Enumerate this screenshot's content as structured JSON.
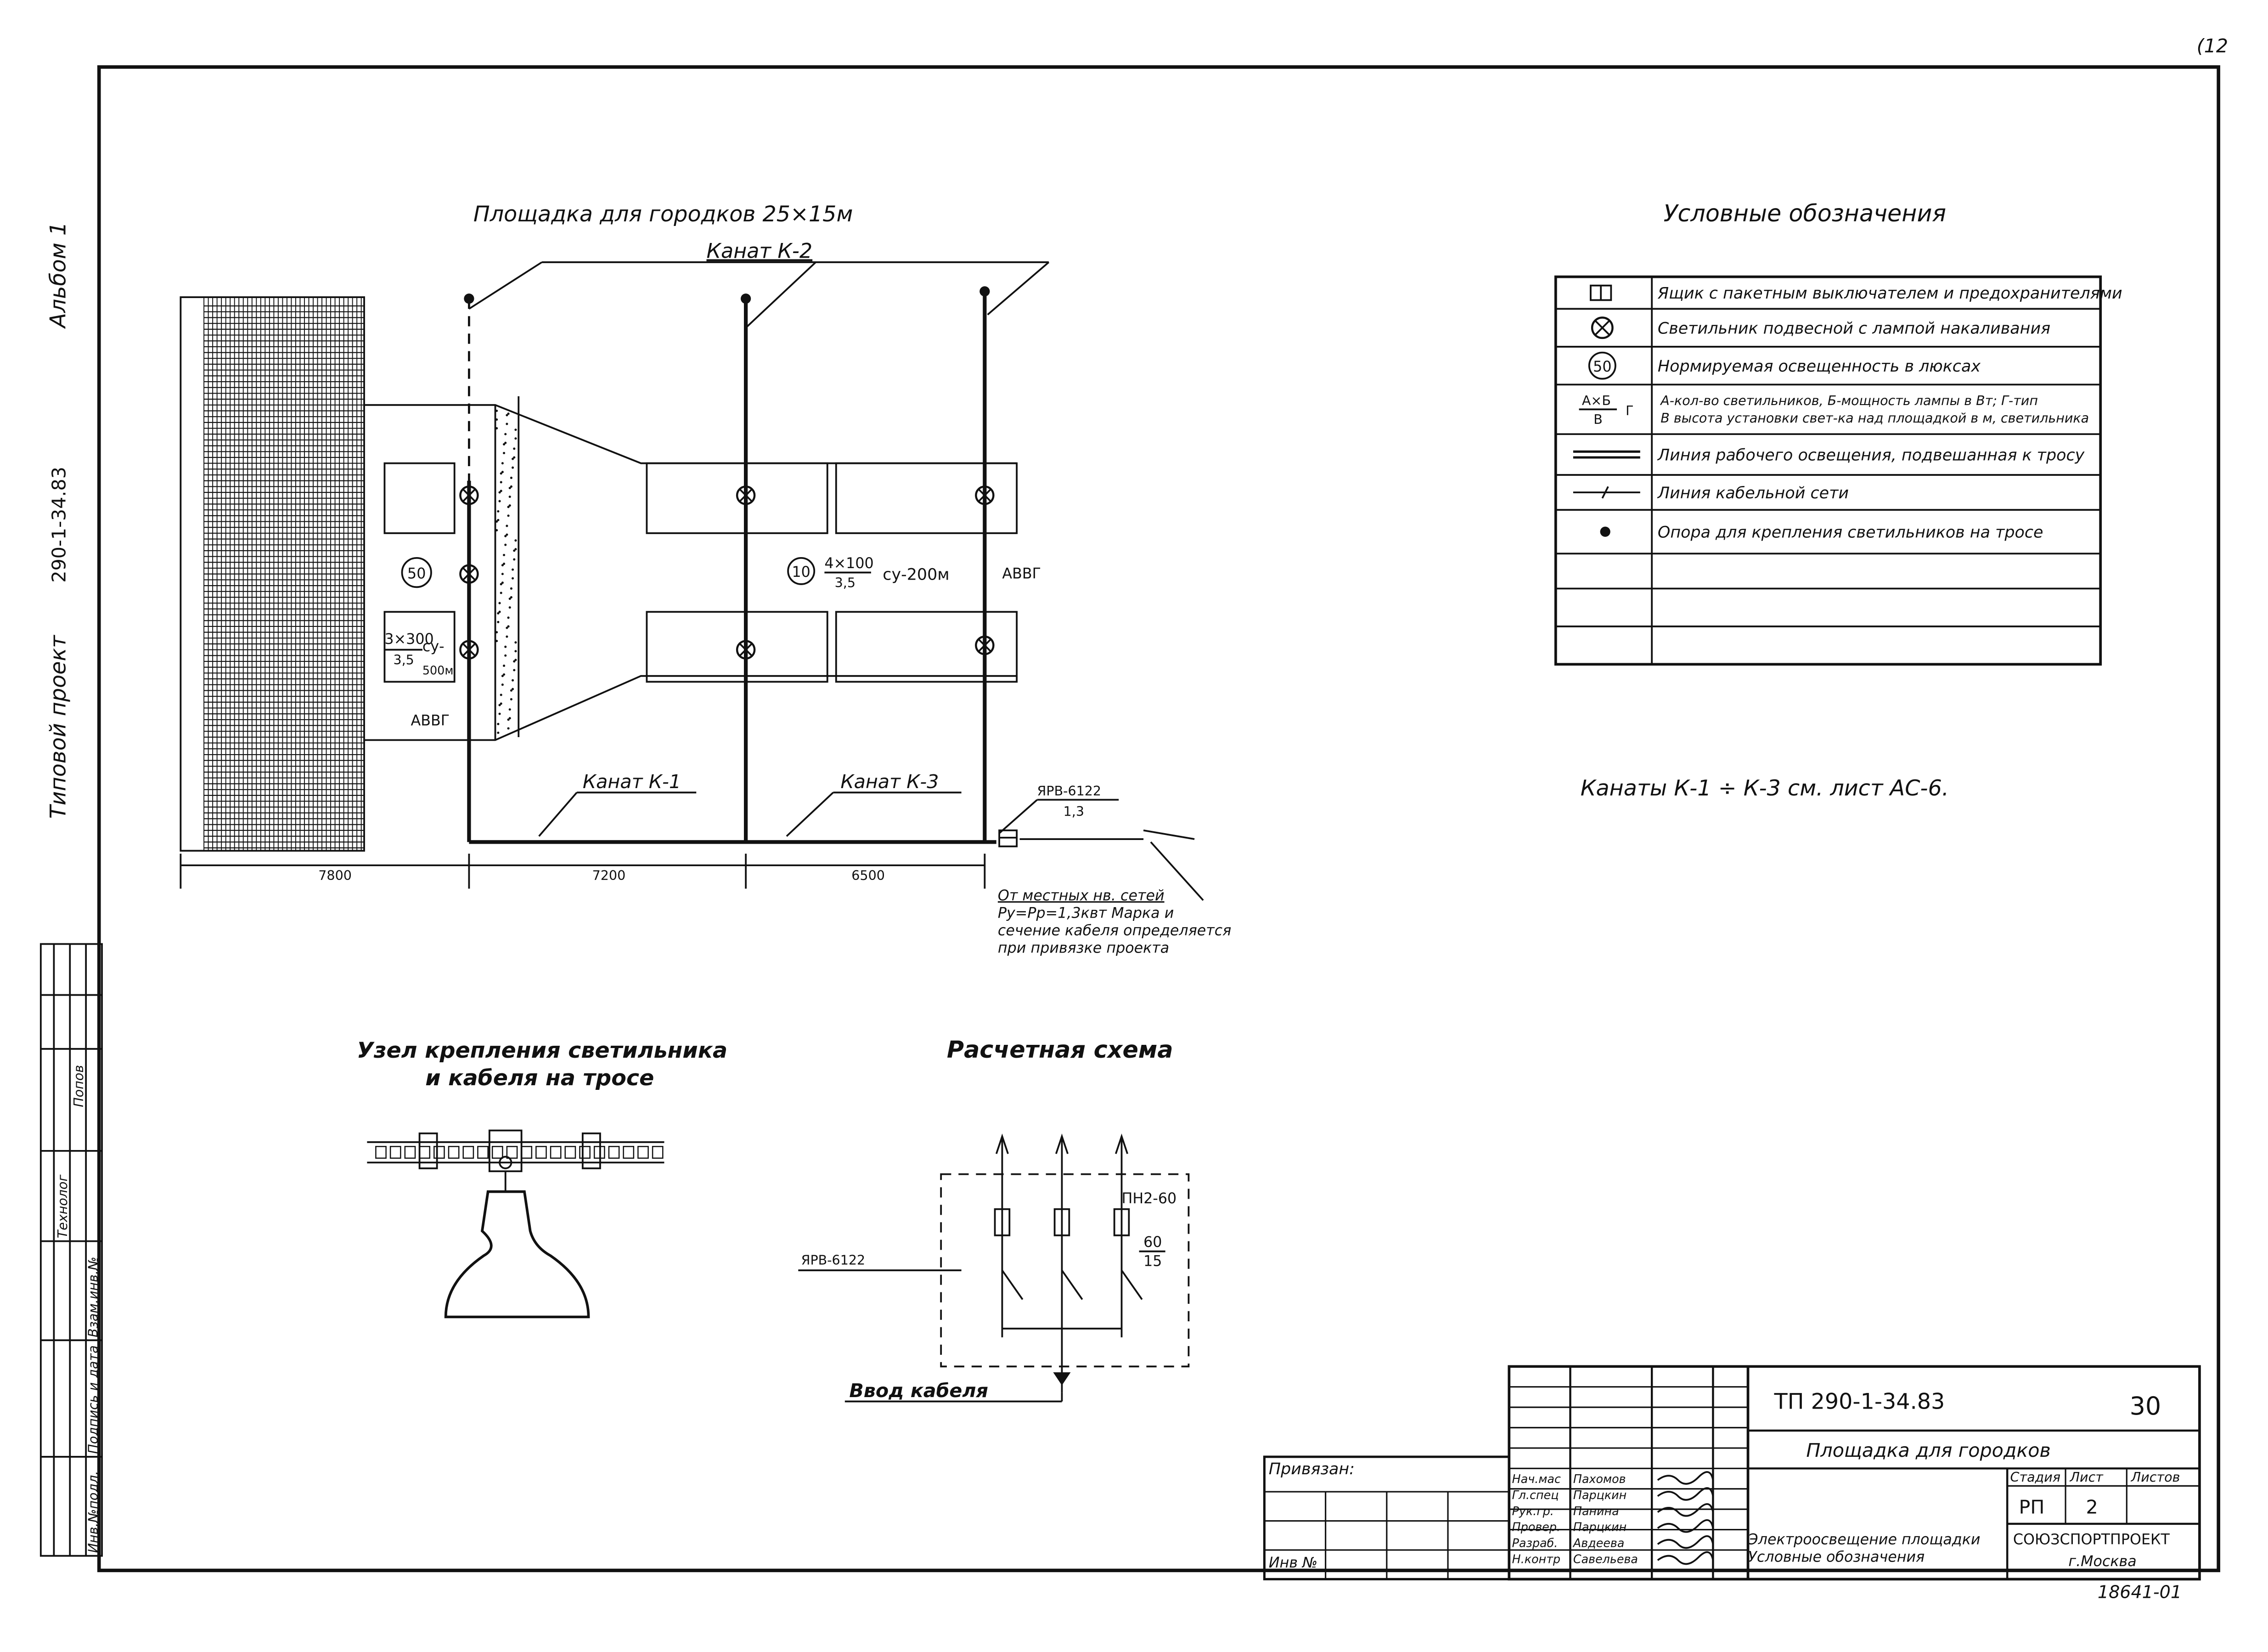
{
  "sheet": {
    "page_number": "(12",
    "album_label": "Альбом 1",
    "project_code": "290-1-34.83",
    "project_type": "Типовой проект"
  },
  "plan": {
    "title": "Площадка для городков 25×15м",
    "ropes": {
      "k2": "Канат К-2",
      "k1": "Канат К-1",
      "k3": "Канат К-3"
    },
    "lux_left": "50",
    "lux_mid": "10",
    "formula_left": {
      "top": "3×300",
      "bottom": "3,5",
      "type": "су-",
      "wire": "500м"
    },
    "formula_mid": {
      "top": "4×100",
      "bottom": "3,5",
      "rest": "су-200м"
    },
    "cable_left": "АВВГ",
    "cable_right": "АВВГ",
    "panel": {
      "top": "ЯРВ-6122",
      "bottom": "1,3"
    },
    "dims": [
      "7800",
      "7200",
      "6500"
    ],
    "note_lines": [
      "От местных нв. сетей",
      "Ру=Рр=1,3квт Марка и",
      "сечение кабеля определяется",
      "при привязке проекта"
    ]
  },
  "legend": {
    "title": "Условные обозначения",
    "rows": [
      {
        "symbol": "box-switch",
        "text": "Ящик с пакетным выключателем и предохранителями"
      },
      {
        "symbol": "lamp",
        "text": "Светильник подвесной с лампой накаливания"
      },
      {
        "symbol": "lux",
        "symbol_text": "50",
        "text": "Нормируемая освещенность в люксах"
      },
      {
        "symbol": "formula",
        "f_top": "А×Б",
        "f_bottom": "В",
        "f_side": "Г",
        "text": "А-кол-во светильников, Б-мощность лампы в Вт; Г-тип",
        "text2": "В высота установки свет-ка над площадкой в м, светильника"
      },
      {
        "symbol": "line-work",
        "text": "Линия рабочего освещения, подвешанная к тросу"
      },
      {
        "symbol": "line-cable",
        "text": "Линия кабельной сети"
      },
      {
        "symbol": "support",
        "text": "Опора для крепления светильников на тросе"
      },
      {
        "symbol": "",
        "text": ""
      },
      {
        "symbol": "",
        "text": ""
      },
      {
        "symbol": "",
        "text": ""
      }
    ]
  },
  "ropes_note": "Канаты К-1 ÷ К-3 см. лист АС-6.",
  "detail": {
    "title_1": "Узел крепления светильника",
    "title_2": "и кабеля на тросе"
  },
  "scheme": {
    "title": "Расчетная схема",
    "breaker": "ПН2-60",
    "frac_top": "60",
    "frac_bottom": "15",
    "panel": "ЯРВ-6122",
    "input": "Ввод кабеля"
  },
  "title_block": {
    "code": "ТП 290-1-34.83",
    "sheet_no": "30",
    "name": "Площадка для городков",
    "stage_header": "Стадия",
    "sheet_header": "Лист",
    "sheets_header": "Листов",
    "stage": "РП",
    "sheet": "2",
    "sheets": "",
    "desc_1": "Электроосвещение площадки",
    "desc_2": "Условные обозначения",
    "org": "СОЮЗСПОРТПРОЕКТ",
    "city": "г.Москва",
    "archive": "18641-01",
    "bound": "Привязан:",
    "inv": "Инв №",
    "staff": [
      {
        "role": "Нач.мас",
        "name": "Пахомов"
      },
      {
        "role": "Гл.спец",
        "name": "Парцкин"
      },
      {
        "role": "Рук.гр.",
        "name": "Панина"
      },
      {
        "role": "Провер.",
        "name": "Парцкин"
      },
      {
        "role": "Разраб.",
        "name": "Авдеева"
      },
      {
        "role": "Н.контр",
        "name": "Савельева"
      }
    ]
  },
  "left_stamp": {
    "cols": [
      "Инв.№подл.",
      "Подпись и дата",
      "Взам.инв.№",
      "Технолог",
      "Попов"
    ]
  }
}
